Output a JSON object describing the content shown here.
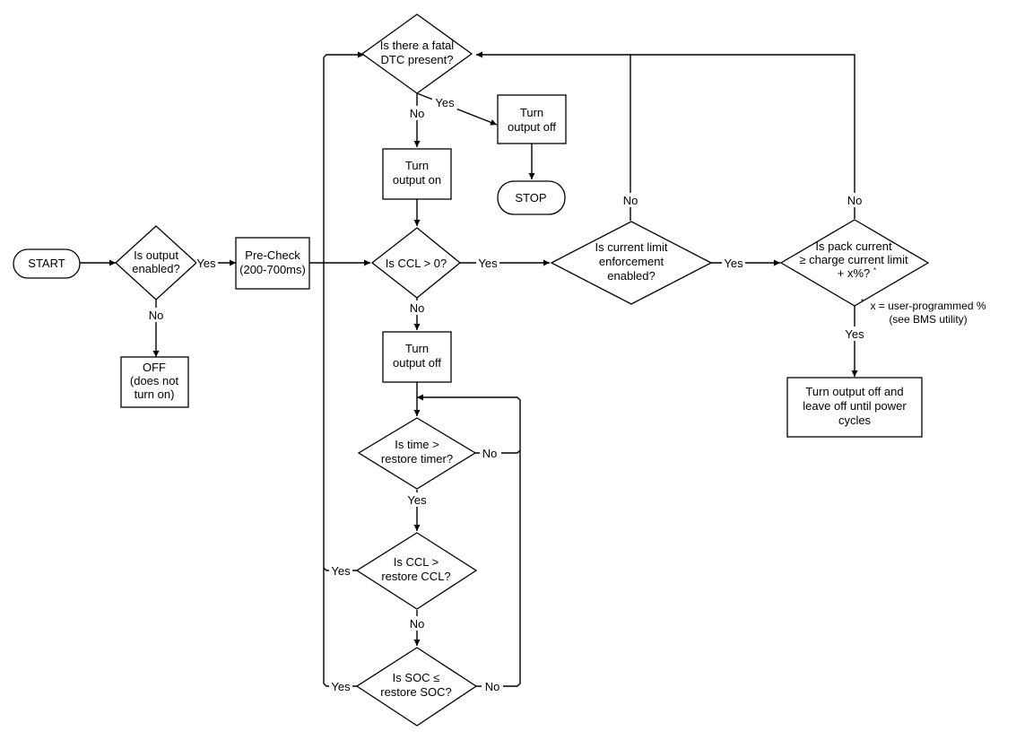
{
  "nodes": {
    "start": "START",
    "output_enabled": [
      "Is output",
      "enabled?"
    ],
    "off": [
      "OFF",
      "(does not",
      "turn on)"
    ],
    "precheck": [
      "Pre-Check",
      "(200-700ms)"
    ],
    "fatal_dtc": [
      "Is there a fatal",
      "DTC present?"
    ],
    "turn_off_top": [
      "Turn",
      "output off"
    ],
    "stop": "STOP",
    "turn_on": [
      "Turn",
      "output on"
    ],
    "ccl_gt_0": "Is CCL > 0?",
    "turn_off_mid": [
      "Turn",
      "output off"
    ],
    "time_restore": [
      "Is time >",
      "restore timer?"
    ],
    "ccl_restore": [
      "Is CCL >",
      "restore CCL?"
    ],
    "soc_restore": [
      "Is SOC ≤",
      "restore SOC?"
    ],
    "enforcement": [
      "Is current limit",
      "enforcement",
      "enabled?"
    ],
    "pack_current": [
      "Is pack current",
      "≥ charge current limit",
      "+ x%?"
    ],
    "pack_current_mark": "*",
    "turn_off_power": [
      "Turn output off and",
      "leave off until power",
      "cycles"
    ]
  },
  "labels": {
    "yes": "Yes",
    "no": "No"
  },
  "footnote": {
    "marker": "*",
    "lines": [
      "x = user-programmed %",
      "(see BMS utility)"
    ]
  }
}
